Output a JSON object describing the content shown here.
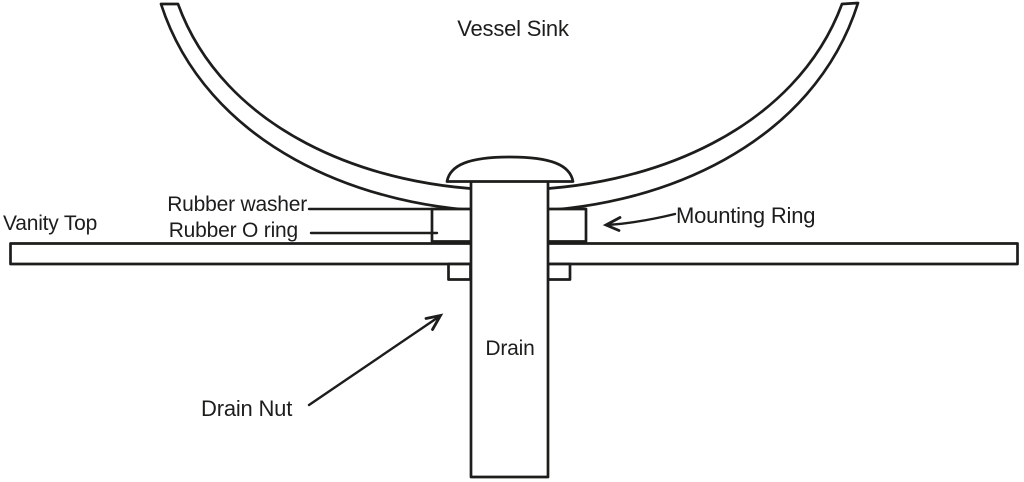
{
  "diagram": {
    "title": "Vessel Sink",
    "kind": "vessel sink installation cross-section",
    "colors": {
      "background": "#ffffff",
      "line": "#1d1d1b"
    },
    "labels": {
      "vessel_sink": "Vessel Sink",
      "rubber_washer": "Rubber washer",
      "rubber_o_ring": "Rubber O ring",
      "vanity_top": "Vanity Top",
      "mounting_ring": "Mounting Ring",
      "drain": "Drain",
      "drain_nut": "Drain Nut"
    }
  }
}
